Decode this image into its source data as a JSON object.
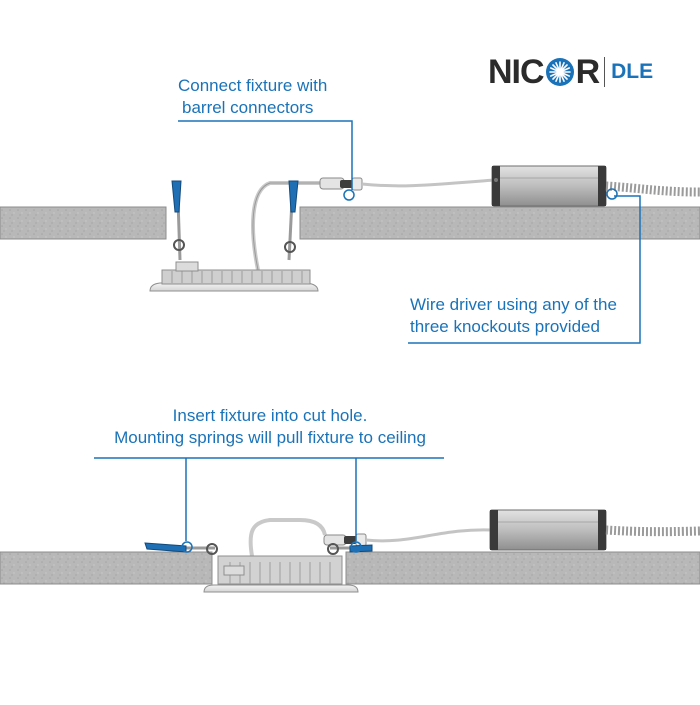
{
  "logo": {
    "brand_left": "NIC",
    "brand_right": "R",
    "product": "DLE",
    "colors": {
      "text": "#2b2b2b",
      "accent": "#1a73b8"
    }
  },
  "callouts": {
    "connect": {
      "line1": "Connect fixture with",
      "line2": "barrel connectors"
    },
    "wire_driver": {
      "line1": "Wire driver using any of the",
      "line2": "three knockouts provided"
    },
    "insert": {
      "line1": "Insert fixture into cut hole.",
      "line2": "Mounting springs will pull fixture to ceiling"
    }
  },
  "colors": {
    "callout": "#1a73b8",
    "ceiling": "#b9b9b9",
    "spring_tip": "#1f6fb5",
    "driver": "#c9c9c9"
  }
}
